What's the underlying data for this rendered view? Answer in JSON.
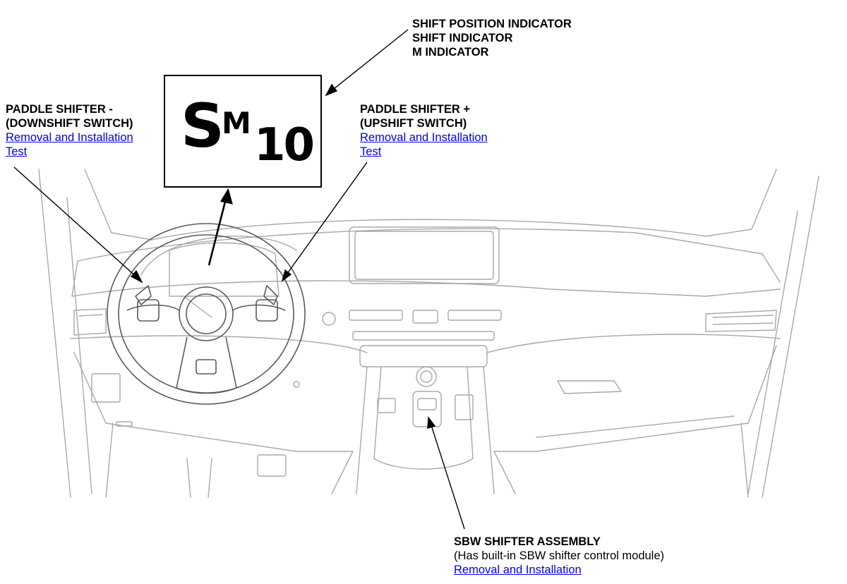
{
  "indicator_display": {
    "shift_letter": "S",
    "mode_letter": "M",
    "gear_number": "10"
  },
  "callouts": {
    "shift_indicator": {
      "lines": [
        "SHIFT POSITION INDICATOR",
        "SHIFT INDICATOR",
        "M INDICATOR"
      ]
    },
    "paddle_down": {
      "title_line1": "PADDLE SHIFTER -",
      "title_line2": "(DOWNSHIFT SWITCH)",
      "link_removal": "Removal and Installation",
      "link_test": "Test"
    },
    "paddle_up": {
      "title_line1": "PADDLE SHIFTER +",
      "title_line2": "(UPSHIFT SWITCH)",
      "link_removal": "Removal and Installation",
      "link_test": "Test"
    },
    "sbw_shifter": {
      "title": "SBW SHIFTER ASSEMBLY",
      "subtitle": "(Has built-in SBW shifter control module)",
      "link_removal": "Removal and Installation"
    }
  },
  "colors": {
    "link": "#0000ee",
    "line_art": "#a8a8a8",
    "leader": "#000000"
  }
}
